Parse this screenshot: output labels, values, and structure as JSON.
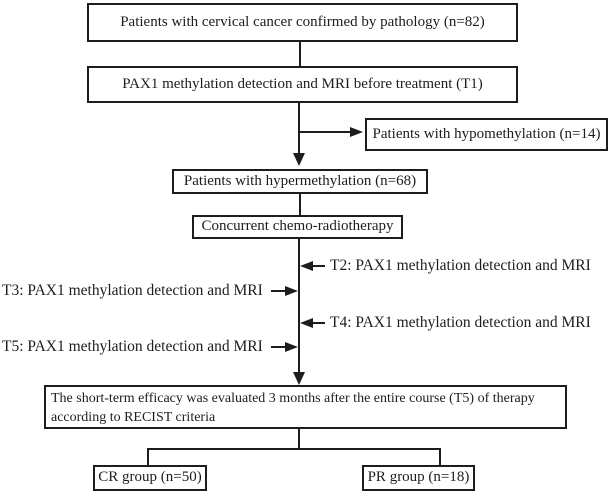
{
  "boxes": {
    "pathology": "Patients with cervical cancer confirmed by pathology (n=82)",
    "detection_t1": "PAX1 methylation detection and MRI before treatment (T1)",
    "hypomethylation": "Patients with hypomethylation (n=14)",
    "hypermethylation": "Patients with hypermethylation (n=68)",
    "chemoradiotherapy": "Concurrent chemo-radiotherapy",
    "evaluation_line1": "The short-term efficacy was evaluated 3 months after the entire course (T5) of therapy",
    "evaluation_line2": "according to RECIST criteria",
    "cr_group": "CR group (n=50)",
    "pr_group": "PR group (n=18)"
  },
  "annotations": {
    "t2": "T2: PAX1 methylation detection and MRI",
    "t3": "T3: PAX1 methylation detection and MRI",
    "t4": "T4: PAX1 methylation detection and MRI",
    "t5": "T5: PAX1 methylation detection and MRI"
  },
  "colors": {
    "line": "#1d1d1d",
    "background": "#ffffff",
    "text": "#1d1d1d"
  }
}
